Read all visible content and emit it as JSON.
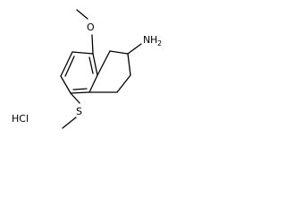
{
  "molecule": {
    "labels": {
      "oxygen": "O",
      "nitrogen": "N",
      "amine_hydrogen": "H",
      "amine_hydrogen_count": "2",
      "sulfur": "S",
      "salt": "HCl"
    },
    "colors": {
      "bond": "#000000",
      "text": "#000000",
      "background": "#ffffff"
    }
  }
}
